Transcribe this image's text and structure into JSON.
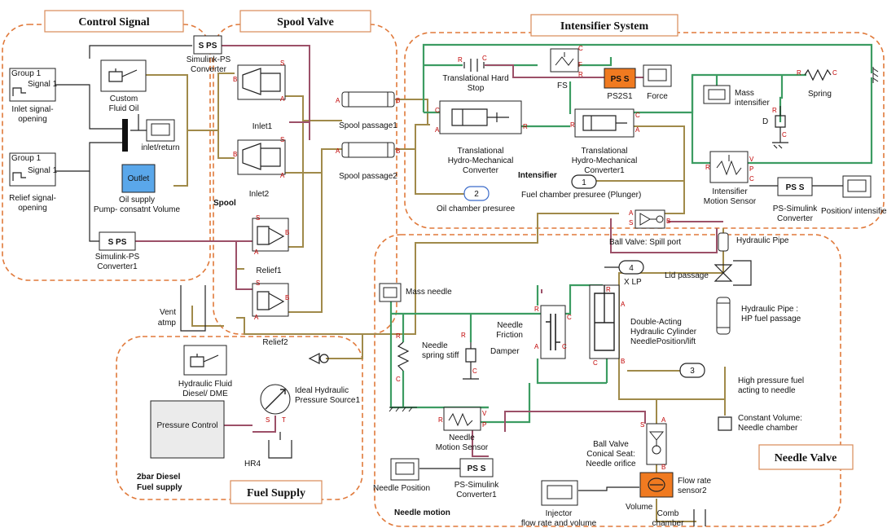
{
  "colors": {
    "subsystem_border": "#e0793a",
    "oil_line": "#a08a4a",
    "mechanical_line": "#3c9c62",
    "signal_line": "#9c5068",
    "port_label": "#c00000",
    "ps2s1_fill": "#f07a20",
    "outlet_fill": "#5aa7ea",
    "flow_sensor_fill": "#f07a20"
  },
  "subsystems": {
    "control_signal": "Control Signal",
    "spool_valve": "Spool Valve",
    "intensifier_system": "Intensifier System",
    "fuel_supply": "Fuel Supply",
    "needle_valve": "Needle Valve"
  },
  "labels": {
    "group1_inlet": "Group 1",
    "signal1_inlet": "Signal 1",
    "inlet_signal": [
      "Inlet signal-",
      "opening"
    ],
    "group1_relief": "Group 1",
    "signal1_relief": "Signal 1",
    "relief_signal": [
      "Relief signal-",
      "opening"
    ],
    "custom_fluid": [
      "Custom",
      "Fluid Oil"
    ],
    "inlet_return": "inlet/return",
    "outlet": "Outlet",
    "oil_supply": [
      "Oil supply",
      "Pump- consatnt Volume"
    ],
    "sim_ps_conv": [
      "Simulink-PS",
      "Converter"
    ],
    "sim_ps_conv1": [
      "Simulink-PS",
      "Converter1"
    ],
    "sps": "S PS",
    "pss": "PS S",
    "inlet1": "Inlet1",
    "inlet2": "Inlet2",
    "spool": "Spool",
    "relief1": "Relief1",
    "relief2": "Relief2",
    "vent": [
      "Vent",
      "atmp"
    ],
    "spool_passage1": "Spool passage1",
    "spool_passage2": "Spool passage2",
    "oil_chamber": "Oil chamber presuree",
    "oil_chamber_num": "2",
    "trans_hard_stop": [
      "Translational Hard",
      "Stop"
    ],
    "fs": "FS",
    "ps2s1": "PS2S1",
    "force": "Force",
    "mass_intensifier": [
      "Mass",
      "intensifier"
    ],
    "spring": "Spring",
    "d": "D",
    "thm_conv": [
      "Translational",
      "Hydro-Mechanical",
      "Converter"
    ],
    "thm_conv1": [
      "Translational",
      "Hydro-Mechanical",
      "Converter1"
    ],
    "intensifier": "Intensifier",
    "fuel_chamber": "Fuel chamber presuree (Plunger)",
    "fuel_chamber_num": "1",
    "int_motion_sensor": [
      "Intensifier",
      "Motion Sensor"
    ],
    "ps_sim_conv": [
      "PS-Simulink",
      "Converter"
    ],
    "position_intensifier": "Position/ intensifier",
    "ball_valve_spill": "Ball Valve: Spill port",
    "hydraulic_pipe": "Hydraulic Pipe",
    "lid_passage": "Lid passage",
    "hp_fuel_passage": [
      "Hydraulic Pipe :",
      "HP fuel passage"
    ],
    "xlp_num": "4",
    "xlp": "X LP",
    "mass_needle": "Mass needle",
    "needle_spring": [
      "Needle",
      "spring stiff"
    ],
    "needle_friction": [
      "Needle",
      "Friction"
    ],
    "damper": "Damper",
    "double_acting": [
      "Double-Acting",
      "Hydraulic Cylinder",
      "NeedlePosition/lift"
    ],
    "hp_fuel_num": "3",
    "hp_fuel": [
      "High pressure fuel",
      "acting to needle"
    ],
    "constant_volume": [
      "Constant Volume:",
      "Needle chamber"
    ],
    "needle_motion_sensor": [
      "Needle",
      "Motion Sensor"
    ],
    "ball_valve_conical": [
      "Ball Valve",
      "Conical Seat:",
      "Needle orifice"
    ],
    "flow_rate_sensor": [
      "Flow rate",
      "sensor2"
    ],
    "volume": "Volume",
    "ps_sim_conv1": [
      "PS-Simulink",
      "Converter1"
    ],
    "needle_position": "Needle Position",
    "injector": [
      "Injector",
      "flow rate and volume"
    ],
    "comb_chamber": [
      "Comb",
      "chamber"
    ],
    "needle_motion": "Needle motion",
    "hydraulic_fluid": [
      "Hydraulic Fluid",
      "Diesel/ DME"
    ],
    "ideal_pressure": [
      "Ideal Hydraulic",
      "Pressure Source1"
    ],
    "pressure_control": "Pressure Control",
    "hr4": "HR4",
    "diesel_supply": [
      "2bar Diesel",
      "Fuel supply"
    ]
  }
}
